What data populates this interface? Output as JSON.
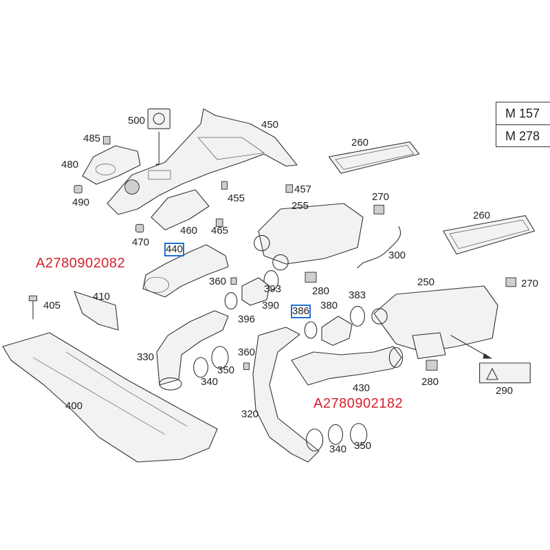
{
  "part_numbers": {
    "left": "A2780902082",
    "right": "A2780902182"
  },
  "engine_variants": [
    "M 157",
    "M 278"
  ],
  "labels": {
    "l500": "500",
    "l450": "450",
    "l485": "485",
    "l480": "480",
    "l490": "490",
    "l457": "457",
    "l455": "455",
    "l460": "460",
    "l470": "470",
    "l465": "465",
    "l440": "440",
    "l260a": "260",
    "l255": "255",
    "l270a": "270",
    "l300": "300",
    "l260b": "260",
    "l360a": "360",
    "l393": "393",
    "l280a": "280",
    "l250": "250",
    "l270b": "270",
    "l410": "410",
    "l405": "405",
    "l396": "396",
    "l390": "390",
    "l386": "386",
    "l380": "380",
    "l383": "383",
    "l330": "330",
    "l350a": "350",
    "l340a": "340",
    "l360b": "360",
    "l280b": "280",
    "l290": "290",
    "l430": "430",
    "l400": "400",
    "l320": "320",
    "l340b": "340",
    "l350b": "350"
  },
  "highlight_color": "#1e6fd9",
  "part_number_color": "#d81e2b"
}
